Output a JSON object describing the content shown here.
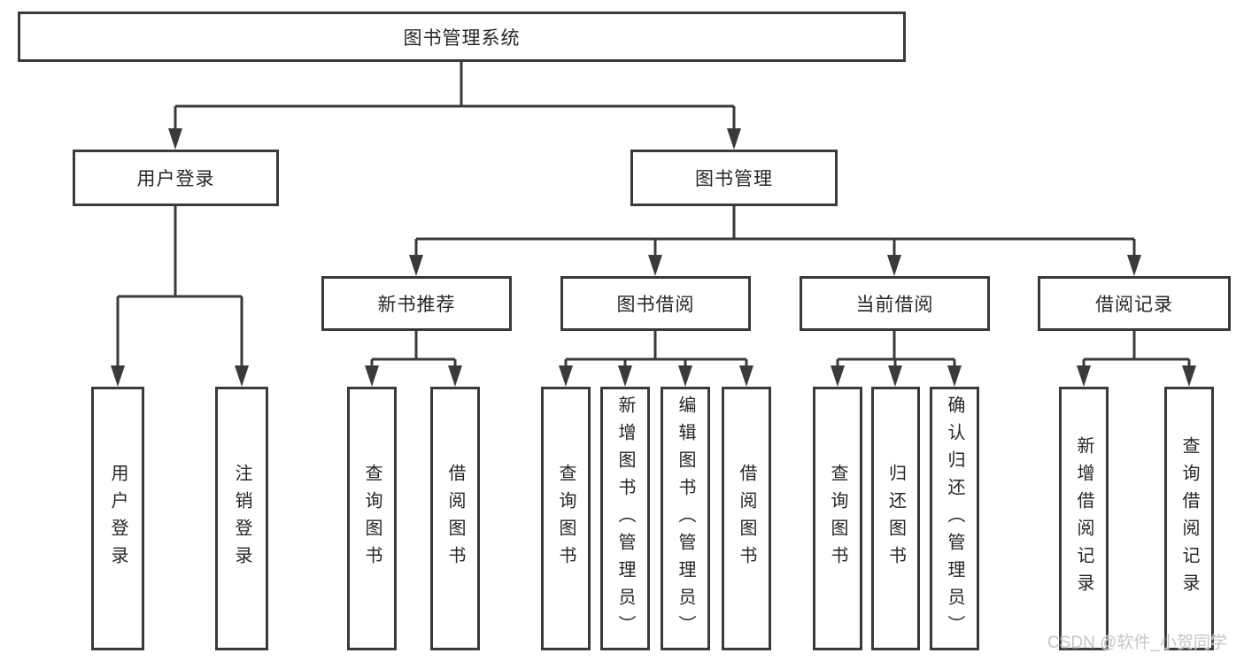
{
  "diagram": {
    "type": "tree",
    "title": "图书管理系统",
    "colors": {
      "line": "#3a3a3a",
      "box_border": "#3a3a3a",
      "box_fill": "#ffffff",
      "text": "#262626",
      "background": "#ffffff",
      "watermark": "#c6c6c6"
    },
    "nodes": {
      "root": {
        "label": "图书管理系统"
      },
      "level2": [
        {
          "label": "用户登录"
        },
        {
          "label": "图书管理"
        }
      ],
      "level3": [
        {
          "label": "新书推荐",
          "parent": "图书管理"
        },
        {
          "label": "图书借阅",
          "parent": "图书管理"
        },
        {
          "label": "当前借阅",
          "parent": "图书管理"
        },
        {
          "label": "借阅记录",
          "parent": "图书管理"
        }
      ],
      "leaves": [
        {
          "label": "用户登录",
          "parent": "用户登录"
        },
        {
          "label": "注销登录",
          "parent": "用户登录"
        },
        {
          "label": "查询图书",
          "parent": "新书推荐"
        },
        {
          "label": "借阅图书",
          "parent": "新书推荐"
        },
        {
          "label": "查询图书",
          "parent": "图书借阅"
        },
        {
          "label": "新增图书（管理员）",
          "parent": "图书借阅"
        },
        {
          "label": "编辑图书（管理员）",
          "parent": "图书借阅"
        },
        {
          "label": "借阅图书",
          "parent": "图书借阅"
        },
        {
          "label": "查询图书",
          "parent": "当前借阅"
        },
        {
          "label": "归还图书",
          "parent": "当前借阅"
        },
        {
          "label": "确认归还（管理员）",
          "parent": "当前借阅"
        },
        {
          "label": "新增借阅记录",
          "parent": "借阅记录"
        },
        {
          "label": "查询借阅记录",
          "parent": "借阅记录"
        }
      ]
    },
    "watermark": "CSDN @软件_小贺同学"
  }
}
